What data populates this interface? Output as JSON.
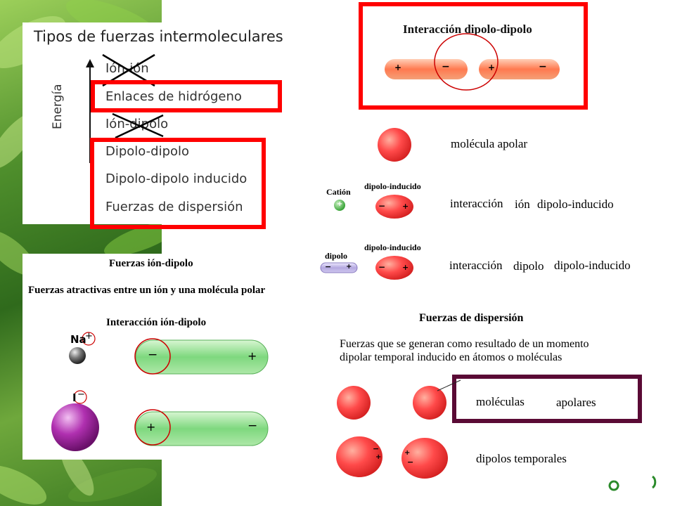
{
  "colors": {
    "highlight_red": "#ff0000",
    "dark_purple": "#5a0a35",
    "ion_green": "#7ed87e",
    "molecule_red": "#ff4a4a"
  },
  "tipos": {
    "title": "Tipos de fuerzas intermoleculares",
    "axis_label": "Energía",
    "items": [
      "Ión-ión",
      "Enlaces de hidrógeno",
      "Ión-dipolo",
      "Dipolo-dipolo",
      "Dipolo-dipolo inducido",
      "Fuerzas de dispersión"
    ]
  },
  "dipolo_dipolo": {
    "title": "Interacción dipolo-dipolo",
    "signs": [
      "+",
      "−",
      "+",
      "−"
    ]
  },
  "induced": {
    "apolar_label": "molécula apolar",
    "cation_label": "Catión",
    "induced_label_1": "dipolo-inducido",
    "interaction_1": "interacción",
    "interaction_1b": "ión",
    "interaction_1c": "dipolo-inducido",
    "dipolo_label": "dipolo",
    "induced_label_2": "dipolo-inducido",
    "interaction_2": "interacción",
    "interaction_2b": "dipolo",
    "interaction_2c": "dipolo-inducido",
    "signs": [
      "+",
      "−",
      "+",
      "−",
      "+",
      "−",
      "+"
    ]
  },
  "ion_dipolo": {
    "title": "Fuerzas ión-dipolo",
    "subtitle": "Fuerzas atractivas entre un ión y una molécula polar",
    "interaction_title": "Interacción ión-dipolo",
    "na_label": "Na",
    "na_charge": "+",
    "i_label": "I",
    "i_charge": "−",
    "signs": [
      "−",
      "+",
      "+",
      "−"
    ]
  },
  "dispersion": {
    "title": "Fuerzas de dispersión",
    "desc_line1": "Fuerzas que se generan como resultado de un momento",
    "desc_line2": "dipolar temporal inducido en átomos o moléculas",
    "label_moleculas": "moléculas",
    "label_apolares": "apolares",
    "label_temporales": "dipolos temporales",
    "signs": [
      "−",
      "+",
      "+",
      "−"
    ]
  }
}
